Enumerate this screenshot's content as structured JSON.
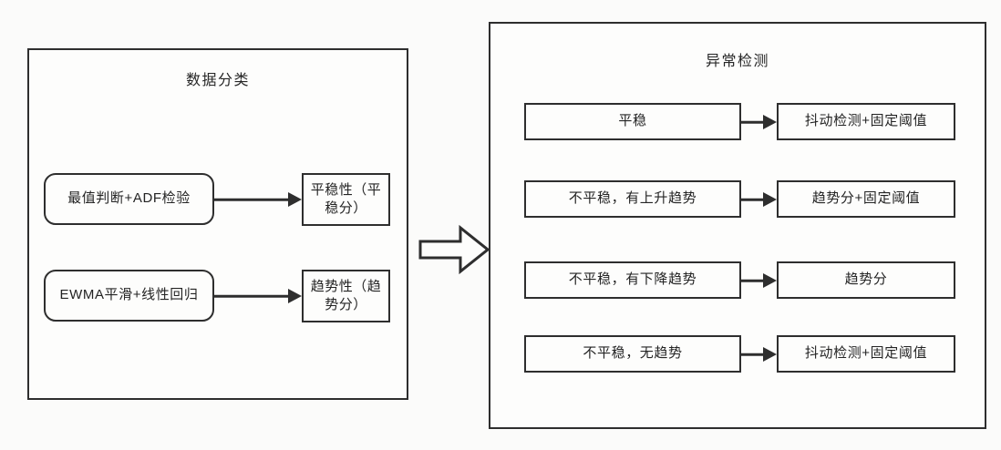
{
  "diagram": {
    "title_hidden": "",
    "colors": {
      "stroke": "#2e2e2e",
      "fill": "#fdfdfc",
      "background": "#fbfbfa",
      "text": "#242424"
    },
    "panels": {
      "left": {
        "title": "数据分类",
        "nodes": {
          "method_adf": "最值判断+ADF检验",
          "method_ewma": "EWMA平滑+线性回归",
          "score_stationarity": "平稳性（平稳分）",
          "score_trend": "趋势性（趋势分）"
        },
        "edges": [
          {
            "from": "method_adf",
            "to": "score_stationarity",
            "icon": "arrow-right-icon"
          },
          {
            "from": "method_ewma",
            "to": "score_trend",
            "icon": "arrow-right-icon"
          }
        ]
      },
      "right": {
        "title": "异常检测",
        "rows": [
          {
            "condition": "平稳",
            "strategy": "抖动检测+固定阈值",
            "icon": "arrow-right-icon"
          },
          {
            "condition": "不平稳，有上升趋势",
            "strategy": "趋势分+固定阈值",
            "icon": "arrow-right-icon"
          },
          {
            "condition": "不平稳，有下降趋势",
            "strategy": "趋势分",
            "icon": "arrow-right-icon"
          },
          {
            "condition": "不平稳，无趋势",
            "strategy": "抖动检测+固定阈值",
            "icon": "arrow-right-icon"
          }
        ]
      }
    },
    "connector": {
      "icon": "block-arrow-right-icon",
      "label": ""
    }
  }
}
